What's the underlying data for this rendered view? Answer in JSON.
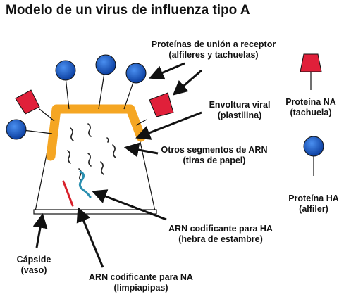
{
  "title": "Modelo de un virus de influenza tipo A",
  "labels": {
    "receptor": {
      "line1": "Proteínas de unión a receptor",
      "line2": "(alfileres y tachuelas)"
    },
    "envelope": {
      "line1": "Envoltura viral",
      "line2": "(plastilina)"
    },
    "segments": {
      "line1": "Otros segmentos de ARN",
      "line2": "(tiras de papel)"
    },
    "rna_ha": {
      "line1": "ARN codificante para HA",
      "line2": "(hebra de estambre)"
    },
    "capsid": {
      "line1": "Cápside",
      "line2": "(vaso)"
    },
    "rna_na": {
      "line1": "ARN codificante para NA",
      "line2": "(limpiapipas)"
    }
  },
  "legend": {
    "na": {
      "line1": "Proteína NA",
      "line2": "(tachuela)"
    },
    "ha": {
      "line1": "Proteína HA",
      "line2": "(alfiler)"
    }
  },
  "colors": {
    "envelope": "#f5a623",
    "ha_protein": "#1a5fc8",
    "na_protein": "#e0203a",
    "rna_ha": "#2a8fb0",
    "rna_na": "#d8202a",
    "outline": "#111111"
  }
}
